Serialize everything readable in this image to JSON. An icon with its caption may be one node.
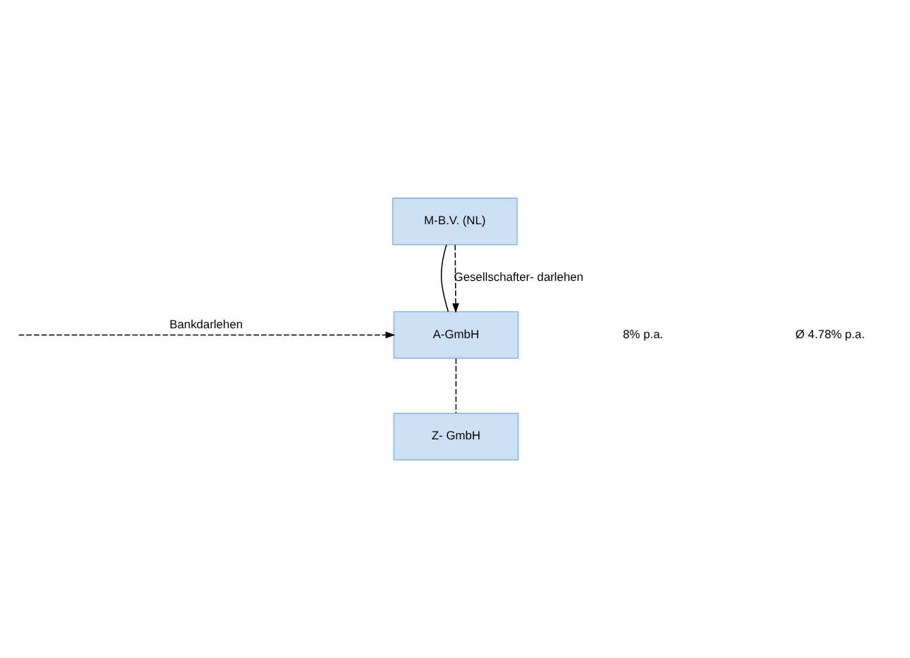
{
  "diagram": {
    "nodes": [
      {
        "text": [
          "M-B.V. (NL)"
        ]
      },
      {
        "text": [
          "A-GmbH"
        ]
      },
      {
        "text": [
          "Z- GmbH"
        ]
      }
    ],
    "edges": [
      {
        "from": 0,
        "to": 1,
        "arrow": "none"
      },
      {
        "from": 0,
        "to": 1,
        "arrow": "to",
        "style": "dashed",
        "label": "Gesellschafter- darlehen"
      },
      {
        "from": null,
        "to": 1,
        "arrow": "to",
        "style": "dashed",
        "label": "Bankdarlehen"
      },
      {
        "from": 1,
        "to": 2,
        "arrow": "none",
        "style": "dashed"
      }
    ],
    "labels": [
      "8% p.a.",
      "Ø 4.78% p.a."
    ]
  }
}
